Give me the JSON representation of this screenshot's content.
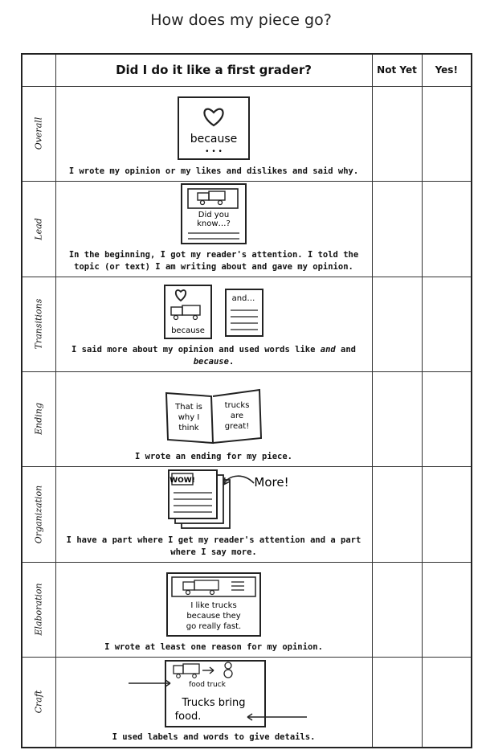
{
  "title": "How does my piece go?",
  "header": {
    "question": "Did I do it like a first grader?",
    "not_yet": "Not Yet",
    "yes": "Yes!"
  },
  "rows": [
    {
      "label": "Overall",
      "text": "I wrote my opinion or my likes and dislikes and said why.",
      "sketch_words": [
        "because",
        "• • •"
      ]
    },
    {
      "label": "Lead",
      "text": "In the beginning, I got my reader's attention. I told the topic (or text) I am writing about and gave my opinion.",
      "sketch_words": [
        "Did you",
        "know…?"
      ]
    },
    {
      "label": "Transitions",
      "text_before": "I said more about my opinion and used words like ",
      "text_em1": "and",
      "text_mid": " and ",
      "text_em2": "because",
      "text_after": ".",
      "sketch_words": [
        "because",
        "and…"
      ]
    },
    {
      "label": "Ending",
      "text": "I wrote an ending for my piece.",
      "sketch_words": [
        "That is",
        "why I",
        "think",
        "trucks",
        "are",
        "great!"
      ]
    },
    {
      "label": "Organization",
      "text": "I have a part where I get my reader's attention and a part where I say more.",
      "sketch_words": [
        "WOW!",
        "More!"
      ]
    },
    {
      "label": "Elaboration",
      "text": "I wrote at least one reason for my opinion.",
      "sketch_words": [
        "I like trucks",
        "because they",
        "go really fast."
      ]
    },
    {
      "label": "Craft",
      "text": "I used labels and words to give details.",
      "sketch_words": [
        "food truck",
        "Trucks bring",
        "food."
      ]
    }
  ]
}
